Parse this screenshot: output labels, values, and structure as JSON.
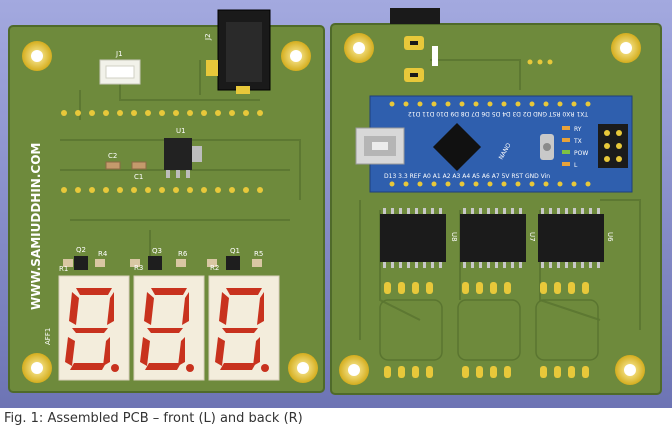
{
  "caption": "Fig. 1: Assembled PCB – front (L) and back (R)",
  "colors": {
    "pcb_green": "#6e8a3c",
    "pcb_dark": "#4f6a2a",
    "background": "#7f86c4",
    "nano_blue": "#2f5fae",
    "segment_red": "#c8321e",
    "display_face": "#f3eddc",
    "pad_gold": "#e8c83a"
  },
  "front": {
    "website": "WWW.SAMIUDDHIN.COM",
    "labels": {
      "j1": "J1",
      "j2": "J2",
      "u1": "U1",
      "c1": "C1",
      "c2": "C2",
      "r1": "R1",
      "r2": "R2",
      "r3": "R3",
      "r4": "R4",
      "r5": "R5",
      "r6": "R6",
      "q1": "Q1",
      "q2": "Q2",
      "q3": "Q3",
      "aff1": "AFF1"
    }
  },
  "back": {
    "nano_label": "NANO",
    "top_pins": "TX1 RX0 RST GND D2 D3 D4 D5 D6 D7 D8 D9 D10 D11 D12",
    "bottom_pins": "D13 3.3 REF A0 A1 A2 A3 A4 A5 A6 A7 5V RST GND Vin",
    "leds": [
      "RY",
      "TX",
      "POW",
      "L"
    ],
    "ics": [
      "U8",
      "U7",
      "U6"
    ]
  }
}
